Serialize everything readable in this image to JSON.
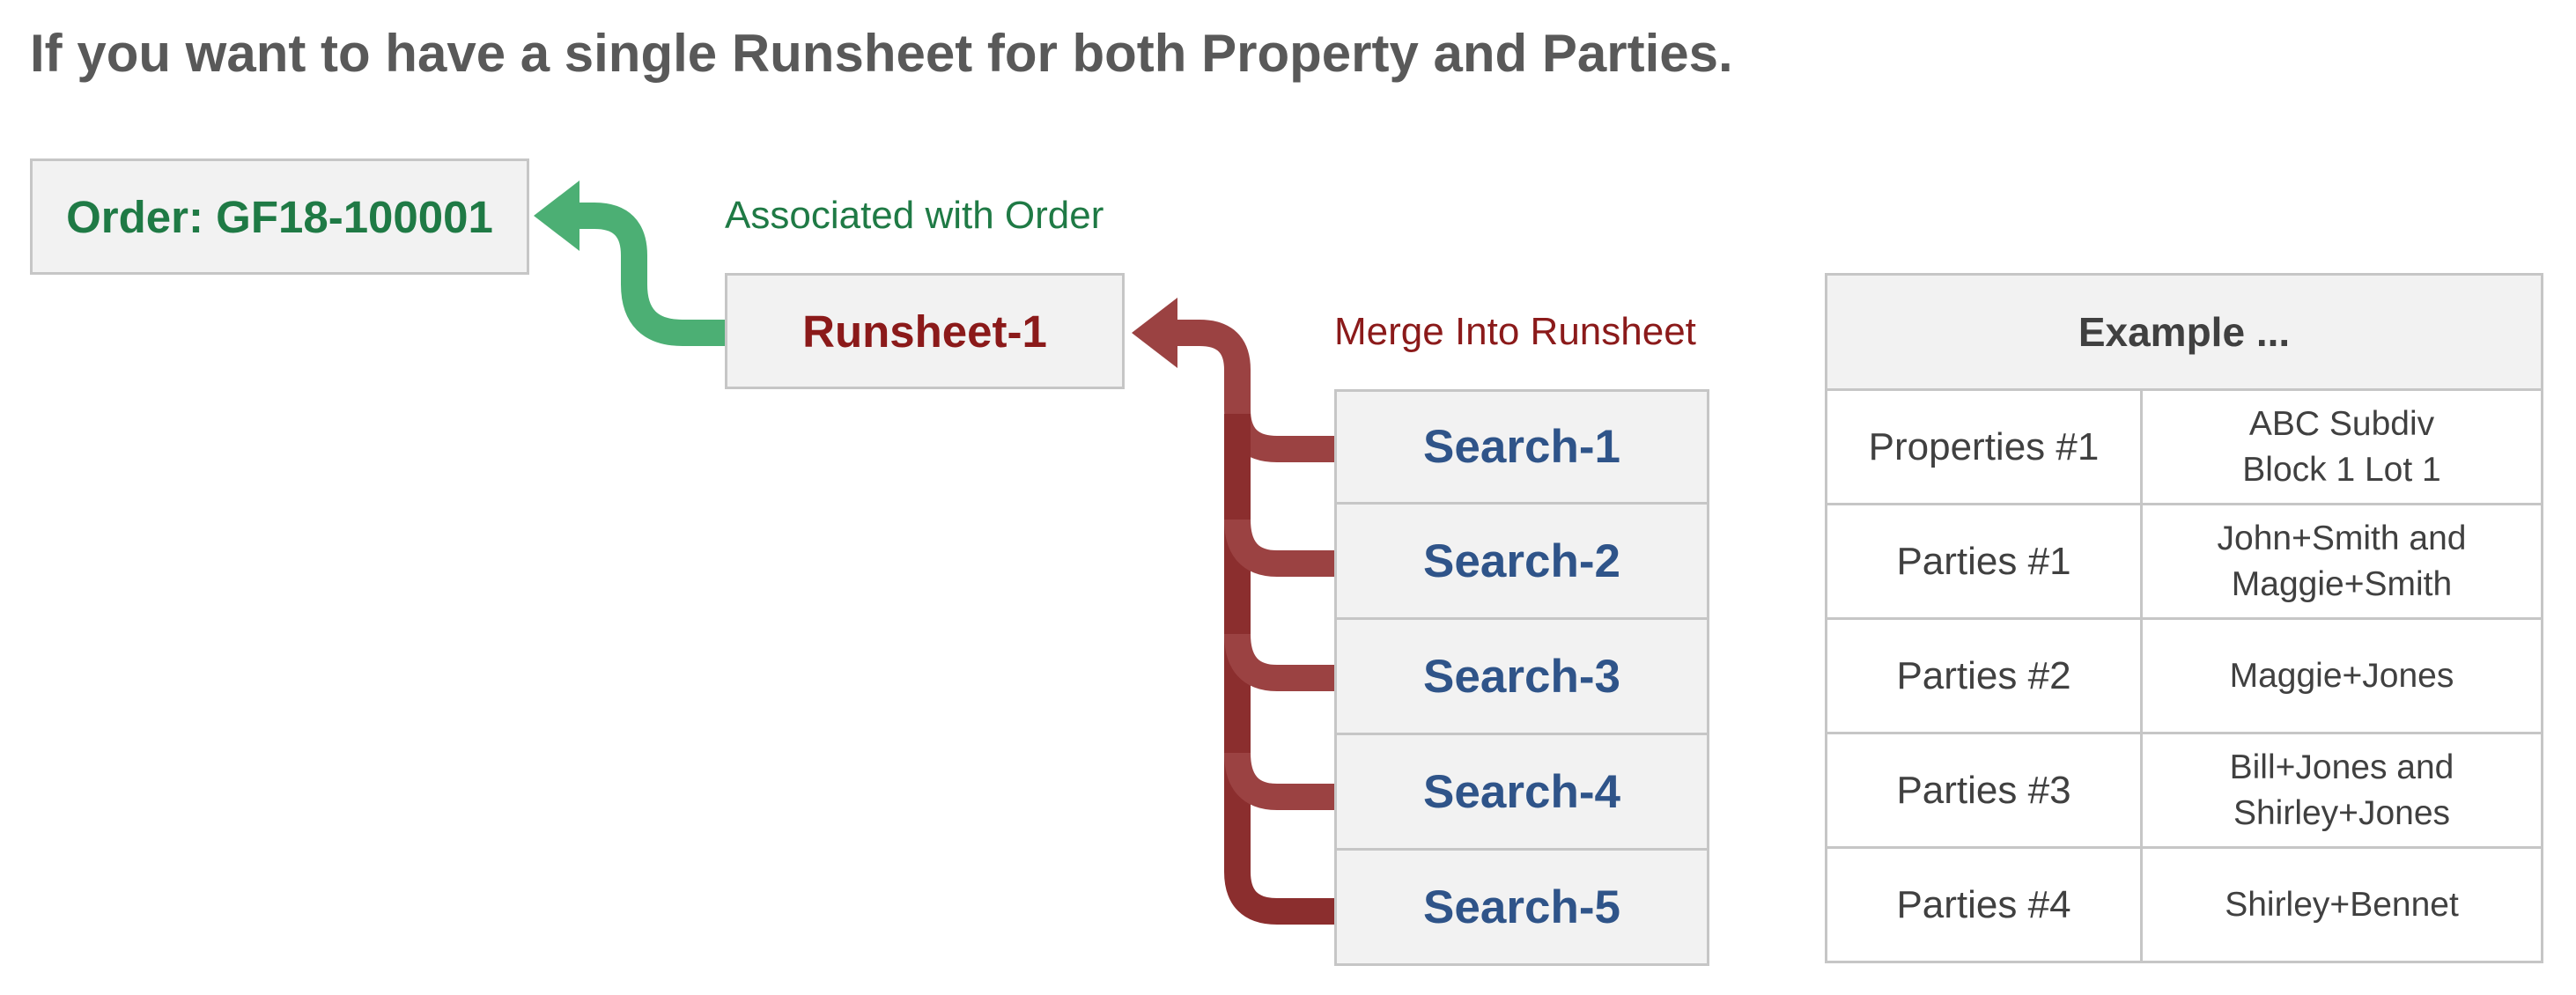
{
  "title": "If you want to have a single Runsheet for both Property and Parties.",
  "order": {
    "label": "Order: GF18-100001"
  },
  "runsheet": {
    "label": "Runsheet-1"
  },
  "annotations": {
    "associated": "Associated with Order",
    "merge": "Merge Into Runsheet"
  },
  "searches": [
    "Search-1",
    "Search-2",
    "Search-3",
    "Search-4",
    "Search-5"
  ],
  "example": {
    "header": "Example ...",
    "rows": [
      {
        "key": "Properties #1",
        "value_lines": [
          "ABC Subdiv",
          "Block 1 Lot 1"
        ]
      },
      {
        "key": "Parties #1",
        "value_lines": [
          "John+Smith and",
          "Maggie+Smith"
        ]
      },
      {
        "key": "Parties #2",
        "value_lines": [
          "Maggie+Jones"
        ]
      },
      {
        "key": "Parties #3",
        "value_lines": [
          "Bill+Jones and",
          "Shirley+Jones"
        ]
      },
      {
        "key": "Parties #4",
        "value_lines": [
          "Shirley+Bennet"
        ]
      }
    ]
  },
  "colors": {
    "green_arrow": "#4caf74",
    "red_arrow": "#9b4242",
    "order_text": "#1f7a45",
    "runsheet_text": "#8b1a1a",
    "search_text": "#2f5489",
    "title_text": "#595959",
    "box_fill": "#f2f2f2",
    "box_border": "#c6c6c6"
  }
}
